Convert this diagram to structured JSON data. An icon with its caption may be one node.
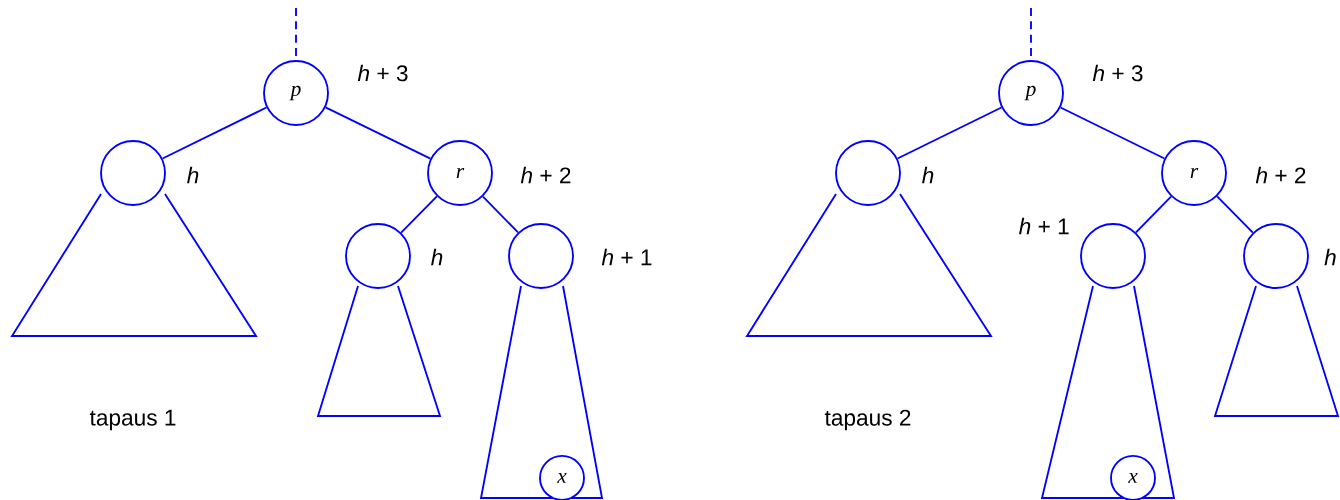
{
  "diagram": {
    "nodes": [
      {
        "text": [
          "p"
        ],
        "beside": [
          "*h* + 3"
        ]
      },
      {
        "text": [],
        "shape": "circle",
        "beside": [
          "*h*"
        ]
      },
      {
        "text": [
          "r"
        ],
        "beside": [
          "*h* + 2"
        ]
      },
      {
        "text": [],
        "shape": "triangle"
      },
      {
        "text": [],
        "shape": "circle",
        "beside": [
          "*h*"
        ]
      },
      {
        "text": [],
        "shape": "circle",
        "beside": [
          "*h* + 1"
        ]
      },
      {
        "text": [],
        "shape": "triangle"
      },
      {
        "text": [],
        "shape": "triangle"
      },
      {
        "text": [
          "x"
        ],
        "in": 7
      },
      {
        "text": [
          "p"
        ],
        "beside": [
          "*h* + 3"
        ]
      },
      {
        "text": [],
        "shape": "circle",
        "beside": [
          "*h*"
        ]
      },
      {
        "text": [
          "r"
        ],
        "beside": [
          "*h* + 2"
        ]
      },
      {
        "text": [],
        "shape": "triangle"
      },
      {
        "text": [],
        "shape": "circle",
        "beside": [
          "*h* + 1"
        ]
      },
      {
        "text": [],
        "shape": "circle",
        "beside": [
          "*h*"
        ]
      },
      {
        "text": [],
        "shape": "triangle"
      },
      {
        "text": [],
        "shape": "triangle"
      },
      {
        "text": [
          "x"
        ],
        "in": 15
      }
    ],
    "edges": [
      {
        "from": null,
        "to": 0,
        "arrow": "none",
        "style": "dashed"
      },
      {
        "from": 0,
        "to": 1,
        "arrow": "none"
      },
      {
        "from": 0,
        "to": 2,
        "arrow": "none"
      },
      {
        "from": 2,
        "to": 4,
        "arrow": "none"
      },
      {
        "from": 2,
        "to": 5,
        "arrow": "none"
      },
      {
        "from": null,
        "to": 9,
        "arrow": "none",
        "style": "dashed"
      },
      {
        "from": 9,
        "to": 10,
        "arrow": "none"
      },
      {
        "from": 9,
        "to": 11,
        "arrow": "none"
      },
      {
        "from": 11,
        "to": 13,
        "arrow": "none"
      },
      {
        "from": 11,
        "to": 14,
        "arrow": "none"
      }
    ],
    "labels": [
      "tapaus 1",
      "tapaus 2"
    ]
  }
}
